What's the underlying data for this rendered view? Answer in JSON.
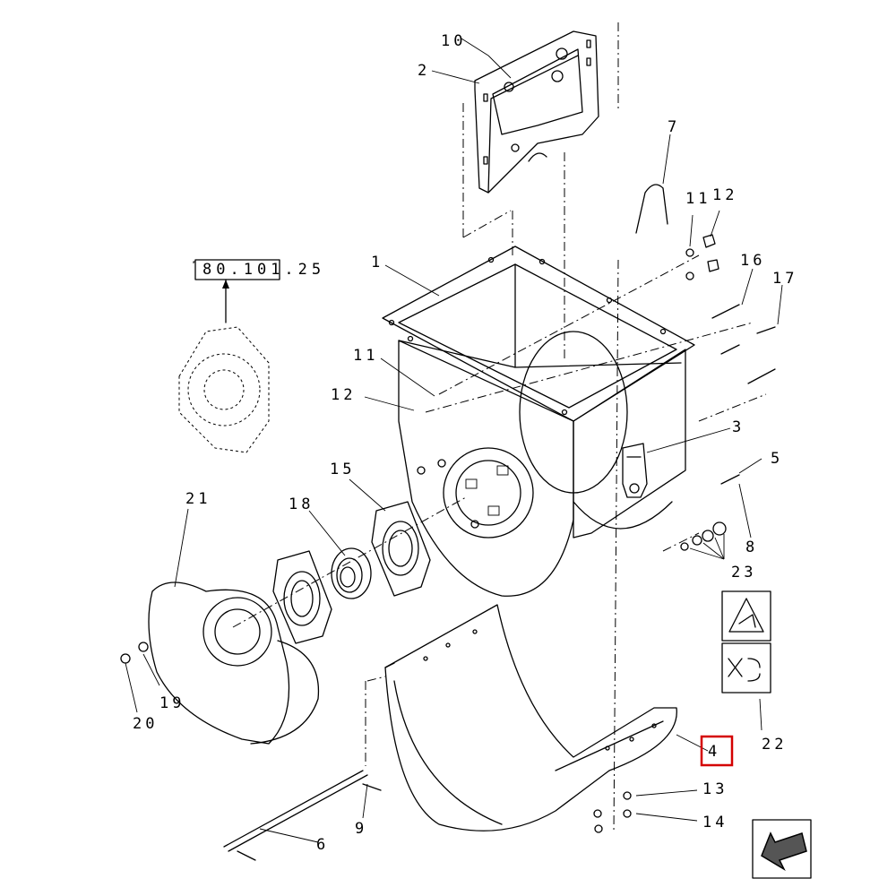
{
  "reference_link": "80.101.25",
  "highlighted_part": "4",
  "highlight_color": "#d40000",
  "callouts": {
    "c1": "1",
    "c2": "2",
    "c3": "3",
    "c4": "4",
    "c5": "5",
    "c6": "6",
    "c7": "7",
    "c8": "8",
    "c9": "9",
    "c10": "10",
    "c11a": "11",
    "c11b": "11",
    "c12a": "12",
    "c12b": "12",
    "c13": "13",
    "c14": "14",
    "c15": "15",
    "c16": "16",
    "c17": "17",
    "c18": "18",
    "c19": "19",
    "c20": "20",
    "c21": "21",
    "c22": "22",
    "c23": "23"
  },
  "icons": [
    "warning-crush-decal-icon",
    "no-hand-rotation-decal-icon",
    "next-page-arrow-icon"
  ]
}
